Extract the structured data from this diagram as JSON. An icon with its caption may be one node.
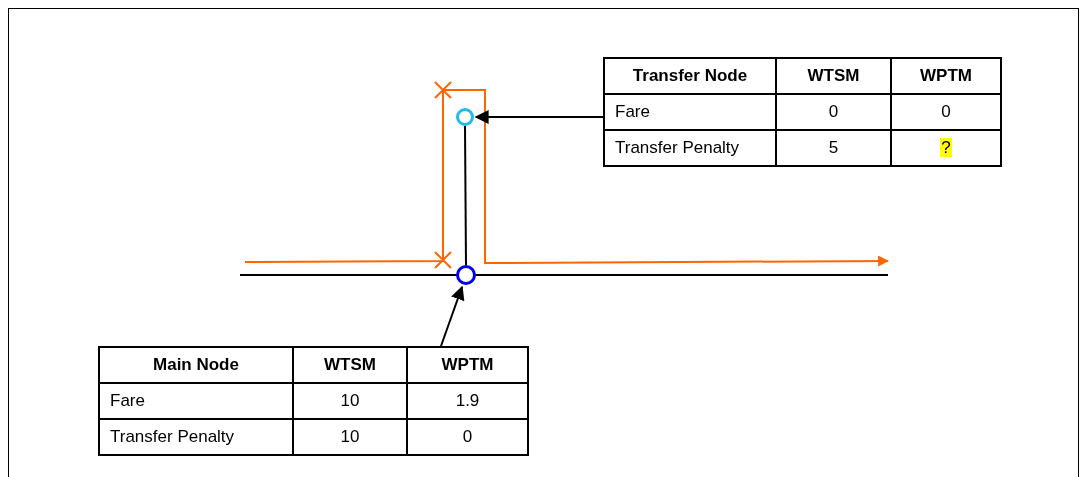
{
  "diagram": {
    "nodes": [
      {
        "text": [
          "Transfer Node",
          "WTSM",
          "WPTM",
          "Fare",
          "0",
          "0",
          "Transfer Penalty",
          "5",
          "?"
        ]
      },
      {
        "text": [],
        "shape": "circle"
      },
      {
        "text": [],
        "shape": "circle"
      },
      {
        "text": [
          "Main Node",
          "WTSM",
          "WPTM",
          "Fare",
          "10",
          "1.9",
          "Transfer Penalty",
          "10",
          "0"
        ]
      }
    ],
    "edges": [
      {
        "from": 0,
        "to": 1,
        "arrow": "to"
      },
      {
        "from": 1,
        "to": 2,
        "arrow": "none"
      },
      {
        "from": 3,
        "to": 2,
        "arrow": "to"
      }
    ]
  }
}
